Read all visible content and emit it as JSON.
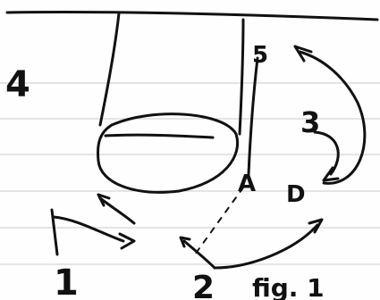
{
  "labels": {
    "one": "1",
    "two": "2",
    "three": "3",
    "four": "4",
    "five": "5",
    "A": "A",
    "D": "D",
    "fig": "fig. 1"
  },
  "colors": {
    "ink": "#111111",
    "rule": "#c9c9c9",
    "paper": "#fefefe"
  }
}
